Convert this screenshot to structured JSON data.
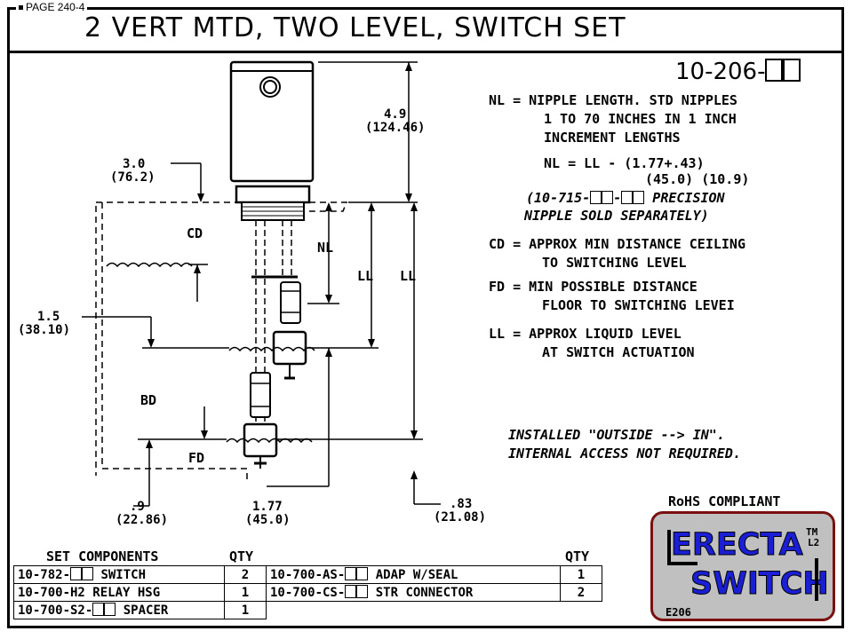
{
  "header": {
    "page_tag": "PAGE 240-4",
    "title": "2 VERT MTD, TWO LEVEL, SWITCH SET"
  },
  "part_number": {
    "prefix": "10-206-"
  },
  "notes": {
    "nl_1": "NL = NIPPLE LENGTH. STD NIPPLES",
    "nl_2": "1 TO 70 INCHES IN 1 INCH",
    "nl_3": "INCREMENT LENGTHS",
    "formula_1": "NL = LL - (1.77+.43)",
    "formula_2": "(45.0) (10.9)",
    "precision_1a": "(10-715-",
    "precision_1b": "-",
    "precision_1c": " PRECISION",
    "precision_2": "NIPPLE SOLD SEPARATELY)",
    "cd_1": "CD = APPROX MIN DISTANCE CEILING",
    "cd_2": "TO SWITCHING LEVEL",
    "fd_1": "FD = MIN POSSIBLE DISTANCE",
    "fd_2": "FLOOR TO SWITCHING LEVEI",
    "ll_1": "LL = APPROX LIQUID LEVEL",
    "ll_2": "AT SWITCH ACTUATION",
    "installed_1": "INSTALLED \"OUTSIDE --> IN\".",
    "installed_2": "INTERNAL ACCESS NOT REQUIRED."
  },
  "dimensions": {
    "d49_in": "4.9",
    "d49_mm": "(124.46)",
    "d30_in": "3.0",
    "d30_mm": "(76.2)",
    "d15_in": "1.5",
    "d15_mm": "(38.10)",
    "d09_in": ".9",
    "d09_mm": "(22.86)",
    "d177_in": "1.77",
    "d177_mm": "(45.0)",
    "d083_in": ".83",
    "d083_mm": "(21.08)",
    "label_cd": "CD",
    "label_nl": "NL",
    "label_ll_a": "LL",
    "label_ll_b": "LL",
    "label_bd": "BD",
    "label_fd": "FD"
  },
  "rohs": "RoHS COMPLIANT",
  "logo": {
    "word_1": "ERECTA",
    "word_2": "SWITCH",
    "tm": "TM",
    "l2": "L2",
    "code": "E206"
  },
  "components": {
    "heading": "SET COMPONENTS",
    "qty_heading_left": "QTY",
    "qty_heading_right": "QTY",
    "rows": [
      {
        "left_a": "10-782-",
        "left_b": " SWITCH",
        "left_qty": "2",
        "right_a": "10-700-AS-",
        "right_b": " ADAP W/SEAL",
        "right_qty": "1"
      },
      {
        "left_a": "10-700-H2 RELAY HSG",
        "left_b": "",
        "left_qty": "1",
        "right_a": "10-700-CS-",
        "right_b": " STR CONNECTOR",
        "right_qty": "2"
      },
      {
        "left_a": "10-700-S2-",
        "left_b": " SPACER",
        "left_qty": "1"
      }
    ]
  }
}
